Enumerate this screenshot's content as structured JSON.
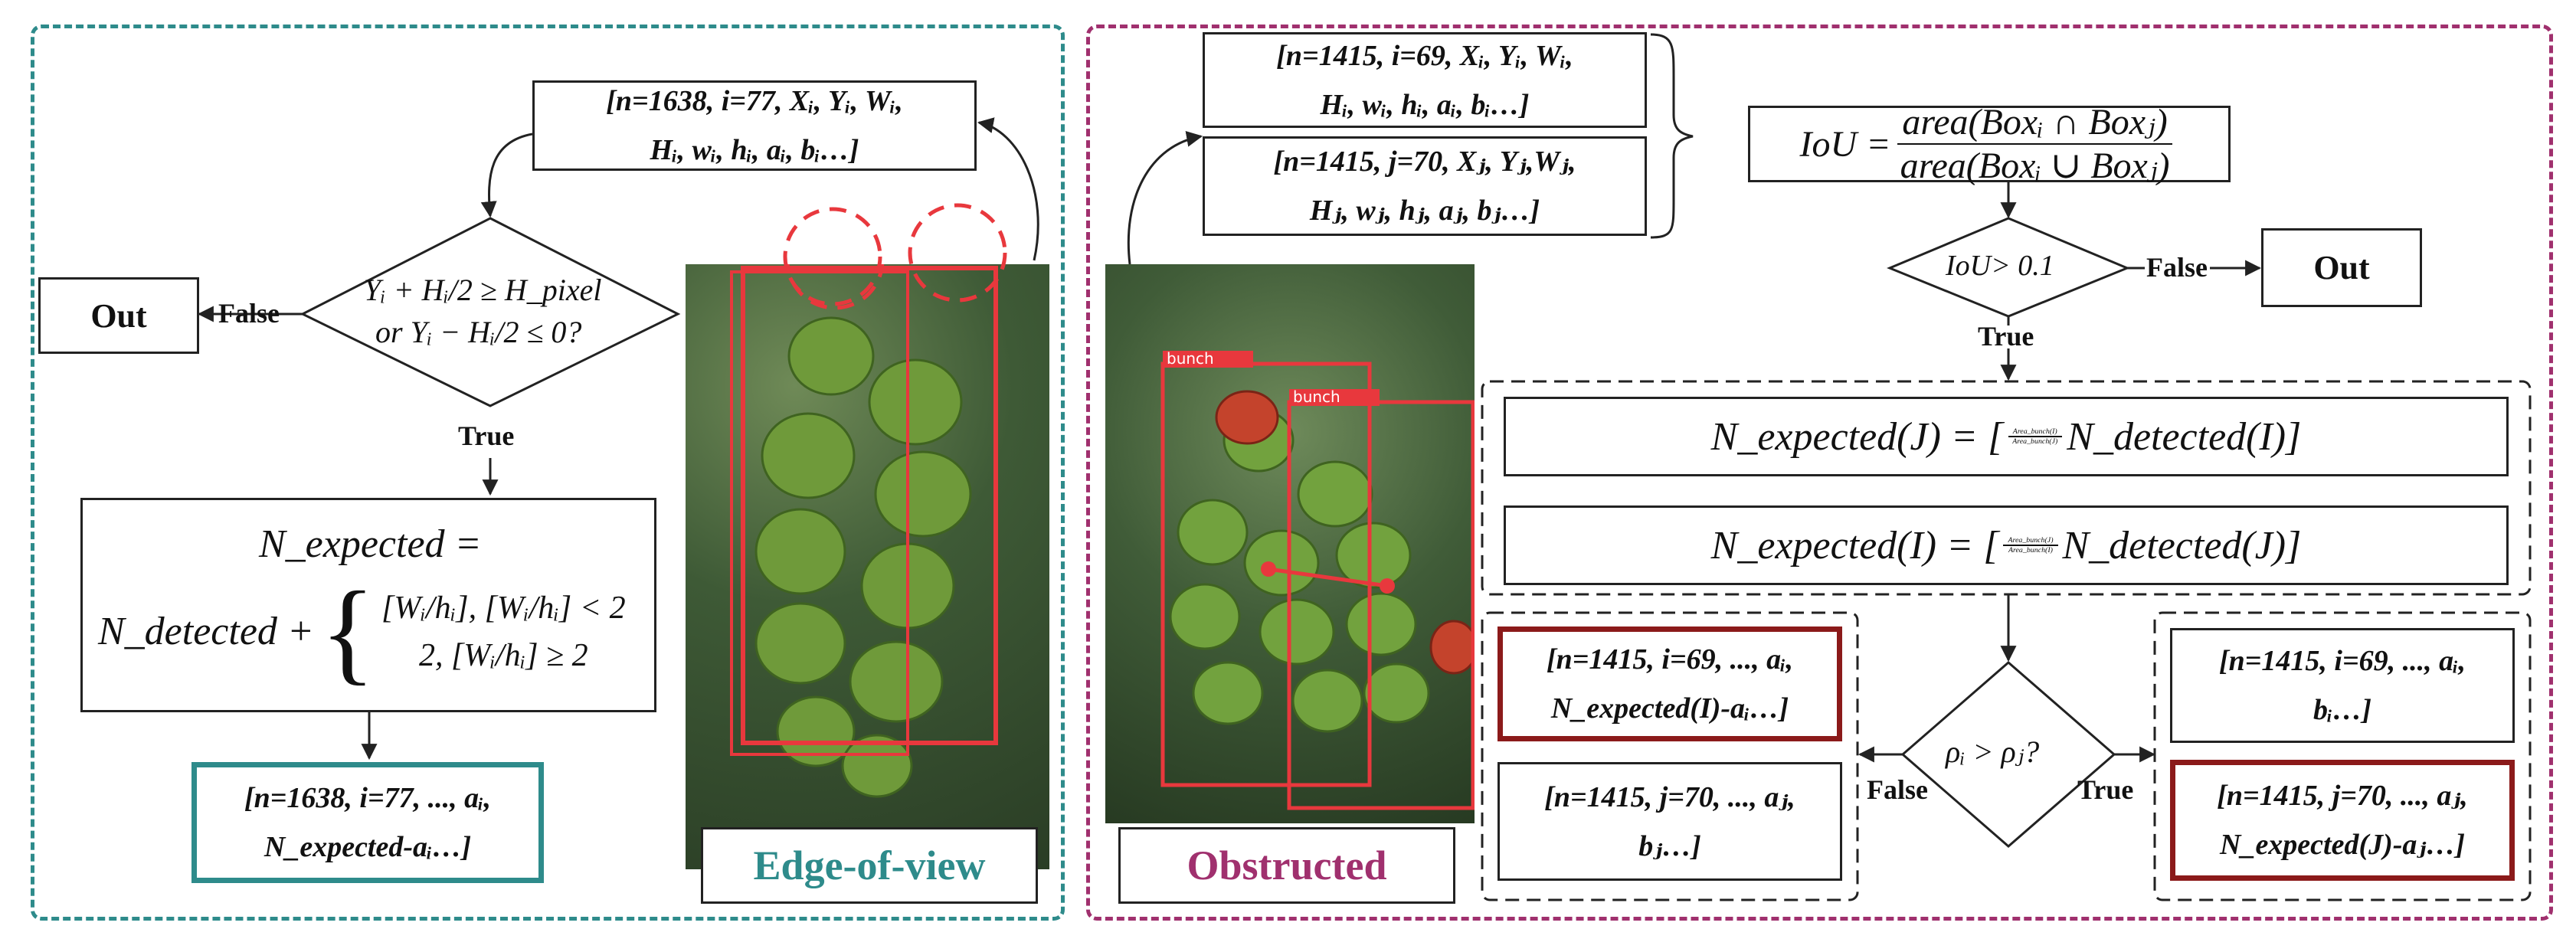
{
  "left_panel": {
    "info_box_top": {
      "line1": "[n=1638, i=77, X",
      "line2": "H",
      "sub_i": "i"
    },
    "info_top_l1": "[n=1638, i=77, Xᵢ, Yᵢ, Wᵢ,",
    "info_top_l2": "Hᵢ, wᵢ, hᵢ, aᵢ, bᵢ…]",
    "decision_l1": "Yᵢ + Hᵢ/2 ≥ H_pixel",
    "decision_l2": "or Yᵢ − Hᵢ/2 ≤ 0?",
    "out_label": "Out",
    "false_label": "False",
    "true_label": "True",
    "expected_l1": "N_expected =",
    "expected_sum": "N_detected +",
    "case1": "[Wᵢ/hᵢ], [Wᵢ/hᵢ] < 2",
    "case2": "2,   [Wᵢ/hᵢ] ≥ 2",
    "result_l1": "[n=1638, i=77, ..., aᵢ,",
    "result_l2": "N_expected-aᵢ…]",
    "photo_caption": "Edge-of-view"
  },
  "right_panel": {
    "info_i_l1": "[n=1415, i=69, Xᵢ, Yᵢ, Wᵢ,",
    "info_i_l2": "Hᵢ, wᵢ, hᵢ, aᵢ, bᵢ…]",
    "info_j_l1": "[n=1415, j=70, Xⱼ, Yⱼ,Wⱼ,",
    "info_j_l2": "Hⱼ, wⱼ, hⱼ, aⱼ, bⱼ…]",
    "iou_formula_lhs": "IoU  =",
    "iou_num": "area(Boxᵢ ∩ Boxⱼ)",
    "iou_den": "area(Boxᵢ ∪ Boxⱼ)",
    "iou_decision": "IoU> 0.1",
    "out_label": "Out",
    "false_label": "False",
    "true_label": "True",
    "expected_J_lhs": "N_expected(J) = [",
    "expected_J_num": "Area_bunch(I)",
    "expected_J_den": "Area_bunch(J)",
    "expected_J_rhs": "N_detected(I)]",
    "expected_I_lhs": "N_expected(I) = [",
    "expected_I_num": "Area_bunch(J)",
    "expected_I_den": "Area_bunch(I)",
    "expected_I_rhs": "N_detected(J)]",
    "rho_decision": "ρᵢ > ρⱼ?",
    "false_left_label": "False",
    "true_right_label": "True",
    "left_a_l1": "[n=1415, i=69, ..., aᵢ,",
    "left_a_l2": "N_expected(I)-aᵢ…]",
    "left_b_l1": "[n=1415, j=70, ..., aⱼ,",
    "left_b_l2": "bⱼ…]",
    "right_a_l1": "[n=1415, i=69, ..., aᵢ,",
    "right_a_l2": "bᵢ…]",
    "right_b_l1": "[n=1415, j=70, ..., aⱼ,",
    "right_b_l2": "N_expected(J)-aⱼ…]",
    "photo_tag1": "bunch",
    "photo_tag2": "bunch",
    "photo_caption": "Obstructed"
  },
  "colors": {
    "teal": "#2e8b8b",
    "magenta": "#a0306e",
    "darkred": "#8b1a1a",
    "red": "#e8383d"
  }
}
